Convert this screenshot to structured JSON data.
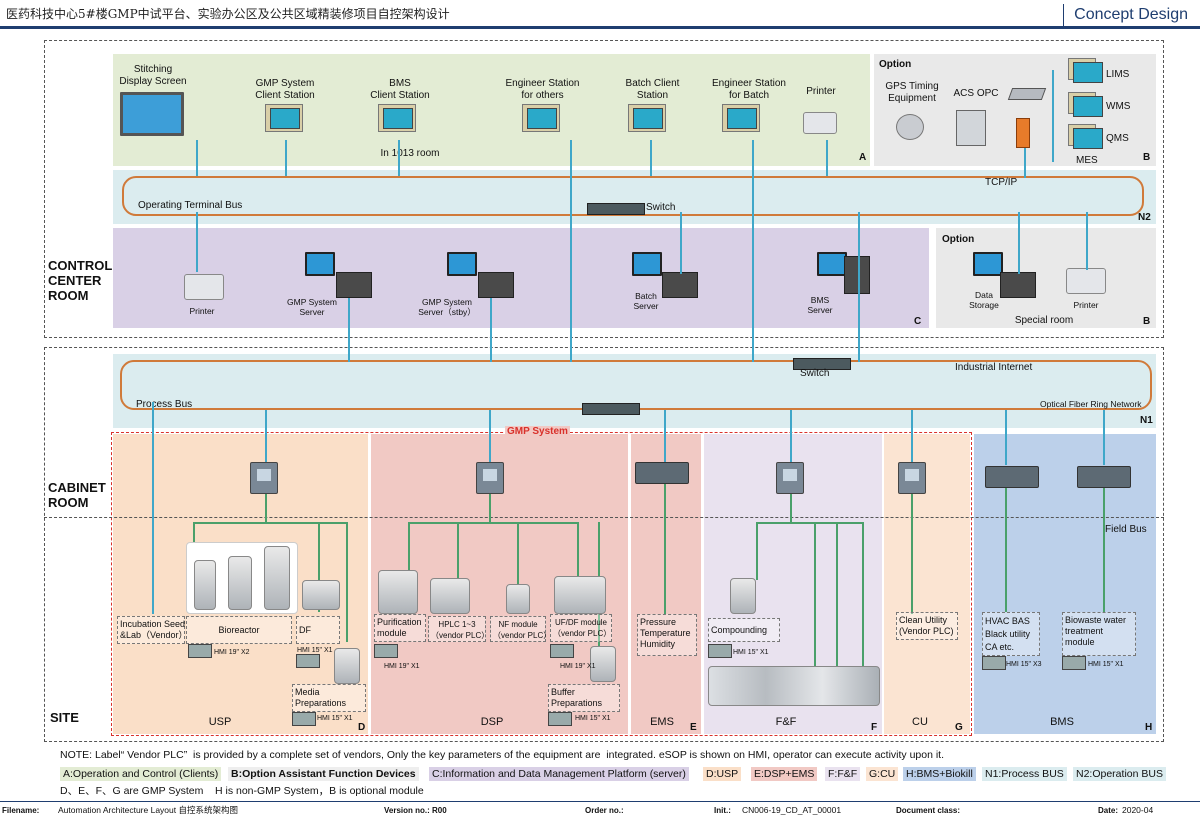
{
  "header": {
    "title": "医药科技中心5#楼GMP中试平台、实验办公区及公共区域精装修项目自控架构设计",
    "right": "Concept Design"
  },
  "side": {
    "control": "CONTROL\nCENTER\nROOM",
    "cabinet": "CABINET\nROOM",
    "site": "SITE"
  },
  "zoneA": {
    "items": [
      "Stitching\nDisplay Screen",
      "GMP System\nClient Station",
      "BMS\nClient Station",
      "Engineer Station\nfor others",
      "Batch Client\nStation",
      "Engineer Station\nfor Batch",
      "Printer"
    ],
    "note": "In 1013 room",
    "letter": "A"
  },
  "optB": {
    "title": "Option",
    "gps": "GPS Timing\nEquipment",
    "acs": "ACS OPC",
    "lims": "LIMS",
    "wms": "WMS",
    "qms": "QMS",
    "mes": "MES",
    "letter": "B"
  },
  "n2": {
    "left": "Operating Terminal Bus",
    "switch": "Switch",
    "tcp": "TCP/IP",
    "letter": "N2"
  },
  "zoneC": {
    "printer": "Printer",
    "gmpServer": "GMP System\nServer",
    "gmpStby": "GMP System\nServer（stby）",
    "batch": "Batch\nServer",
    "bms": "BMS\nServer",
    "letter": "C"
  },
  "optB2": {
    "title": "Option",
    "storage": "Data\nStorage",
    "printer": "Printer",
    "room": "Special room",
    "letter": "B"
  },
  "n1": {
    "switch": "Switch",
    "industrial": "Industrial Internet",
    "process": "Process Bus",
    "fiber": "Optical Fiber Ring Network",
    "letter": "N1"
  },
  "gmp": "GMP System",
  "fieldBus": "Field Bus",
  "usp": {
    "seed": "Incubation Seed\n&Lab（Vendor）",
    "bio": "Bioreactor",
    "df": "DF",
    "media": "Media\nPreparations",
    "hmi1": "HMI 19\" X2",
    "hmi2": "HMI 15\" X1",
    "hmi3": "HMI 15\" X1",
    "name": "USP",
    "letter": "D"
  },
  "dsp": {
    "pur": "Purification\nmodule",
    "hplc": "HPLC 1~3\n（vendor PLC）",
    "nf": "NF module\n（vendor PLC）",
    "uf": "UF/DF module\n（vendor PLC）",
    "buf": "Buffer\nPreparations",
    "hmi1": "HMI 19\" X1",
    "hmi2": "HMI 19\" X1",
    "hmi3": "HMI 15\" X1",
    "name": "DSP"
  },
  "ems": {
    "sensor": "Pressure\nTemperature\nHumidity",
    "name": "EMS",
    "letter": "E"
  },
  "ff": {
    "comp": "Compounding",
    "hmi": "HMI 15\" X1",
    "name": "F&F",
    "letter": "F"
  },
  "cu": {
    "util": "Clean Utility\n(Vendor PLC)",
    "name": "CU",
    "letter": "G"
  },
  "bms": {
    "hvac": "HVAC BAS\nBlack utility\nCA etc.",
    "bio": "Biowaste water\ntreatment\nmodule",
    "hmi1": "HMI 15\" X3",
    "hmi2": "HMI 15\" X1",
    "name": "BMS",
    "letter": "H"
  },
  "note": "NOTE: Label“ Vendor PLC”  is provided by a complete set of vendors, Only the key parameters of the equipment are  integrated. eSOP is shown on HMI, operator can execute activity upon it.",
  "legend": [
    {
      "text": "A:Operation and Control (Clients)",
      "bg": "#e3ecd4",
      "bold": false
    },
    {
      "text": "B:Option Assistant Function Devices",
      "bg": "#eeeeee",
      "bold": true
    },
    {
      "text": "C:Information and Data Management Platform (server)",
      "bg": "#d9d0e6",
      "bold": false
    },
    {
      "text": "D:USP",
      "bg": "#fadfc8",
      "bold": false
    },
    {
      "text": "E:DSP+EMS",
      "bg": "#f1c9c4",
      "bold": false
    },
    {
      "text": "F:F&F",
      "bg": "#e9e2ef",
      "bold": false
    },
    {
      "text": "G:CU",
      "bg": "#fbe4d2",
      "bold": false
    },
    {
      "text": "H:BMS+Biokill",
      "bg": "#bcd0ea",
      "bold": false
    },
    {
      "text": "N1:Process BUS",
      "bg": "#dbecef",
      "bold": false
    },
    {
      "text": "N2:Operation BUS",
      "bg": "#dbecef",
      "bold": false
    }
  ],
  "note2": "D、E、F、G are GMP System    H is non-GMP System，B is optional module",
  "footer": {
    "filename_k": "Filename:",
    "filename": "Automation Architecture Layout  自控系统架构图",
    "version_k": "Version no.: R00",
    "order_k": "Order no.:",
    "init_k": "Init.:",
    "init": "CN006-19_CD_AT_00001",
    "doc_k": "Document class:",
    "date_k": "Date:",
    "date": "2020-04"
  },
  "colors": {
    "accent": "#1f3e70",
    "bus": "#d07a3a",
    "line": "#3fa7c9",
    "gmpRed": "#d9312b"
  }
}
